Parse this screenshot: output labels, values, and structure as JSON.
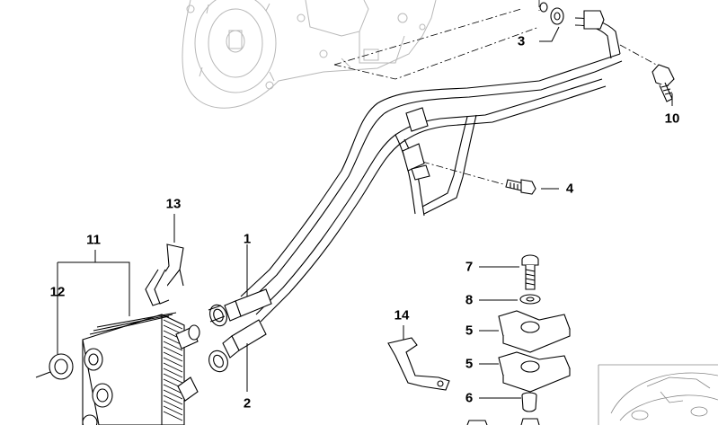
{
  "callouts": {
    "c1": "1",
    "c2": "2",
    "c3": "3",
    "c4": "4",
    "c5a": "5",
    "c5b": "5",
    "c6": "6",
    "c7": "7",
    "c8": "8",
    "c10": "10",
    "c11": "11",
    "c12": "12",
    "c13": "13",
    "c14": "14"
  },
  "colors": {
    "line": "#000000",
    "ghost": "#b8b8b8",
    "background": "#ffffff"
  }
}
